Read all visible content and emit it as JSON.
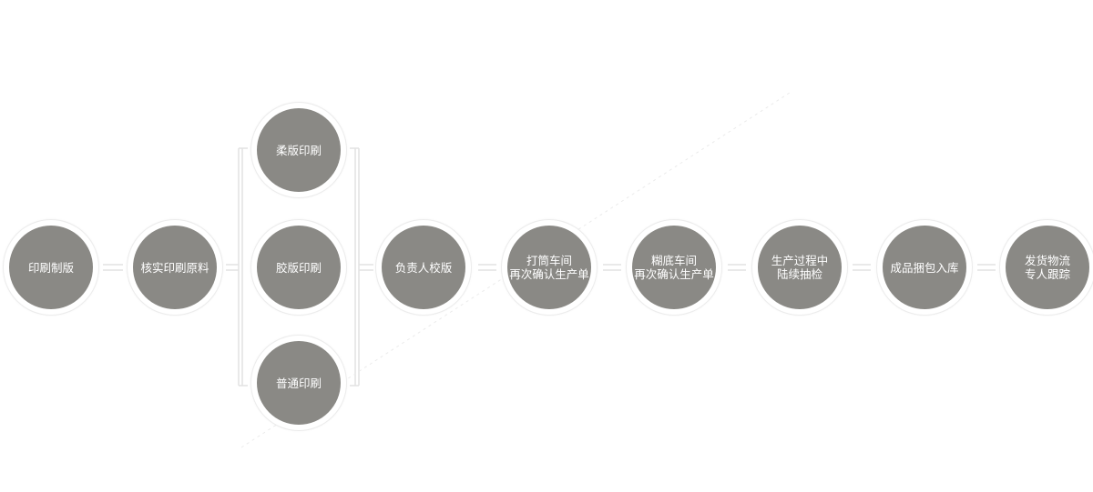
{
  "colors": {
    "node_fill": "#8a8985",
    "connector": "#e2e2e2"
  },
  "nodes": [
    {
      "id": "n1",
      "lines": [
        "印刷制版"
      ]
    },
    {
      "id": "n2",
      "lines": [
        "核实印刷原料"
      ]
    },
    {
      "id": "n3a",
      "lines": [
        "柔版印刷"
      ]
    },
    {
      "id": "n3b",
      "lines": [
        "胶版印刷"
      ]
    },
    {
      "id": "n3c",
      "lines": [
        "普通印刷"
      ]
    },
    {
      "id": "n4",
      "lines": [
        "负责人校版"
      ]
    },
    {
      "id": "n5",
      "lines": [
        "打筒车间",
        "再次确认生产单"
      ]
    },
    {
      "id": "n6",
      "lines": [
        "糊底车间",
        "再次确认生产单"
      ]
    },
    {
      "id": "n7",
      "lines": [
        "生产过程中",
        "陆续抽检"
      ]
    },
    {
      "id": "n8",
      "lines": [
        "成品捆包入库"
      ]
    },
    {
      "id": "n9",
      "lines": [
        "发货物流",
        "专人跟踪"
      ]
    }
  ]
}
